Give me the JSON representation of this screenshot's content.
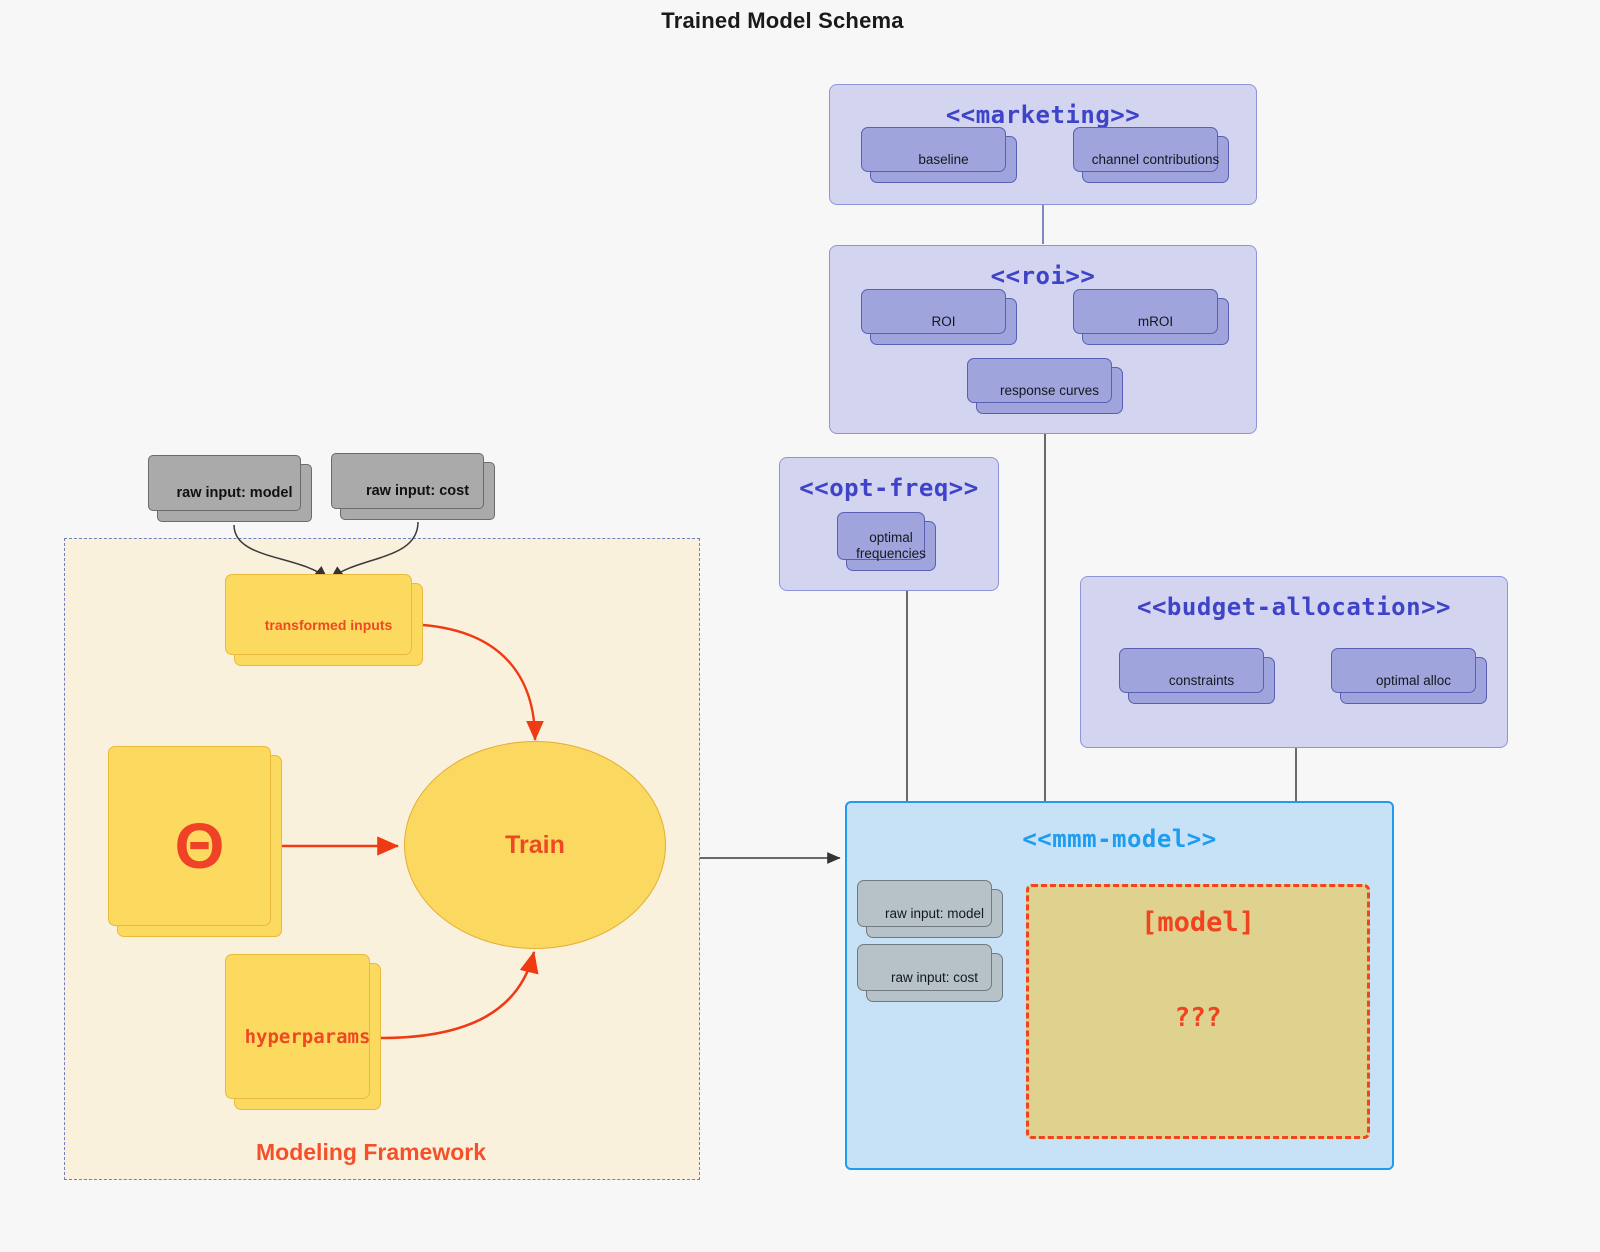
{
  "title": "Trained Model Schema",
  "colors": {
    "background": "#f7f7f7",
    "group_fill": "#d2d4f0",
    "group_border": "#8f94d6",
    "group_title": "#3f43c8",
    "purple_card_fill": "#9fa4dc",
    "purple_card_border": "#5a5fb4",
    "gray_card_fill": "#aaaaaa",
    "gray_card_light_fill": "#b6c2c7",
    "framework_fill": "#faf1dd",
    "framework_border": "#6f7fc4",
    "yellow_fill": "#fcd95f",
    "yellow_border": "#e9ba3c",
    "accent_red": "#ef4923",
    "mmm_fill": "#c7e2f7",
    "mmm_border": "#1e9cf0",
    "model_slot_fill": "#ded28e",
    "model_slot_border": "#f0431f"
  },
  "framework": {
    "label": "Modeling Framework",
    "external_inputs": [
      {
        "label": "raw input: model"
      },
      {
        "label": "raw input: cost"
      }
    ],
    "transformed_inputs": {
      "label": "transformed inputs"
    },
    "theta": {
      "label": "Θ"
    },
    "hyperparams": {
      "label": "hyperparams"
    },
    "train": {
      "label": "Train"
    }
  },
  "groups": [
    {
      "id": "marketing",
      "title": "<<marketing>>",
      "nodes": [
        {
          "label": "baseline"
        },
        {
          "label": "channel contributions"
        }
      ]
    },
    {
      "id": "roi",
      "title": "<<roi>>",
      "nodes": [
        {
          "label": "ROI"
        },
        {
          "label": "mROI"
        },
        {
          "label": "response curves"
        }
      ]
    },
    {
      "id": "opt-freq",
      "title": "<<opt-freq>>",
      "nodes": [
        {
          "label": "optimal\nfrequencies",
          "line1": "optimal",
          "line2": "frequencies"
        }
      ]
    },
    {
      "id": "budget-allocation",
      "title": "<<budget-allocation>>",
      "nodes": [
        {
          "label": "constraints"
        },
        {
          "label": "optimal alloc"
        }
      ]
    }
  ],
  "mmm_model": {
    "title": "<<mmm-model>>",
    "inputs": [
      {
        "label": "raw input: model"
      },
      {
        "label": "raw input: cost"
      }
    ],
    "model_slot": {
      "label": "[model]",
      "unknown": "???"
    }
  }
}
